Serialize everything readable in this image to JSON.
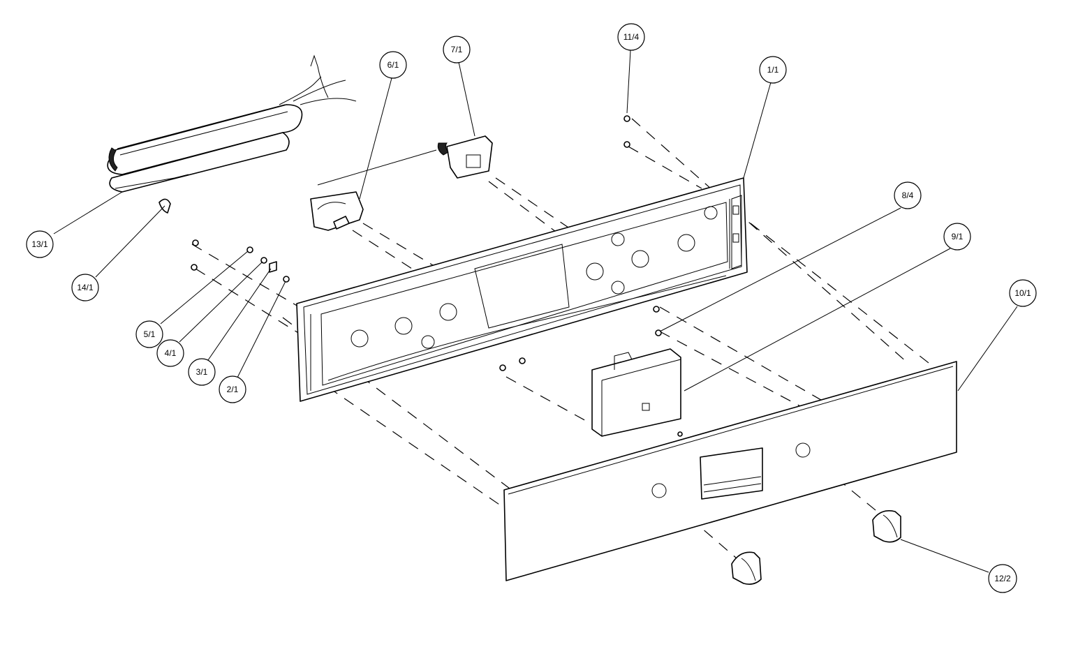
{
  "diagram": {
    "callouts": [
      {
        "id": "c-11-4",
        "label": "11/4"
      },
      {
        "id": "c-1-1",
        "label": "1/1"
      },
      {
        "id": "c-7-1",
        "label": "7/1"
      },
      {
        "id": "c-6-1",
        "label": "6/1"
      },
      {
        "id": "c-8-4",
        "label": "8/4"
      },
      {
        "id": "c-9-1",
        "label": "9/1"
      },
      {
        "id": "c-10-1",
        "label": "10/1"
      },
      {
        "id": "c-13-1",
        "label": "13/1"
      },
      {
        "id": "c-14-1",
        "label": "14/1"
      },
      {
        "id": "c-5-1",
        "label": "5/1"
      },
      {
        "id": "c-4-1",
        "label": "4/1"
      },
      {
        "id": "c-3-1",
        "label": "3/1"
      },
      {
        "id": "c-2-1",
        "label": "2/1"
      },
      {
        "id": "c-12-2",
        "label": "12/2"
      }
    ]
  }
}
